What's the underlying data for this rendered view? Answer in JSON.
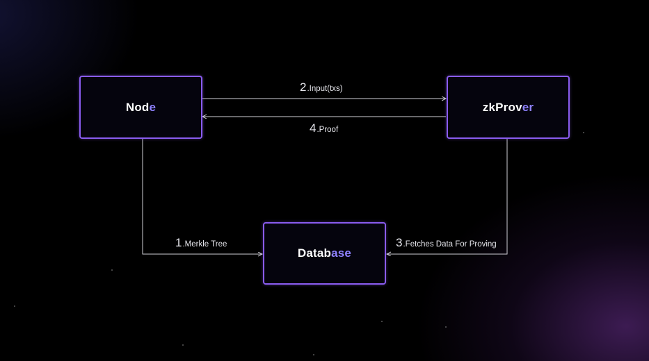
{
  "colors": {
    "box_border": "#8a5cf0",
    "accent_text": "#8f82ff",
    "connector": "#cfcfd6",
    "background": "#000000"
  },
  "nodes": {
    "node": {
      "text": "Nod",
      "accent": "e"
    },
    "zkprover": {
      "text": "zkProv",
      "accent": "er"
    },
    "database": {
      "text": "Datab",
      "accent": "ase"
    }
  },
  "edges": {
    "input": {
      "num": "2",
      "text": ".Input(txs)"
    },
    "proof": {
      "num": "4",
      "text": ".Proof"
    },
    "merkle": {
      "num": "1",
      "text": ".Merkle Tree"
    },
    "fetch": {
      "num": "3",
      "text": ".Fetches Data For Proving"
    }
  }
}
